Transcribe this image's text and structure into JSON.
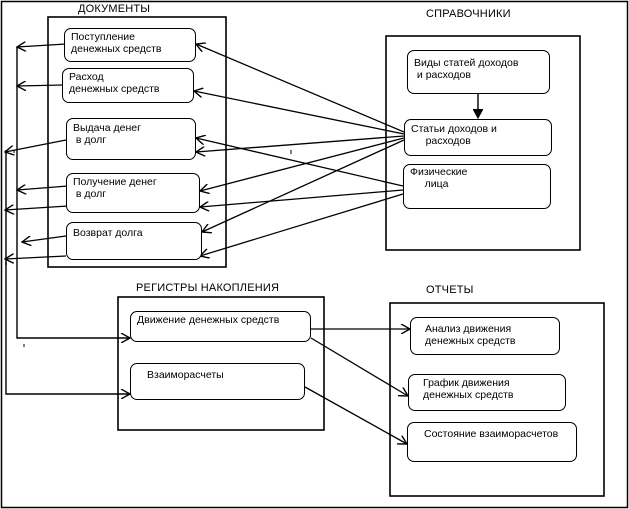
{
  "groups": {
    "documents": "ДОКУМЕНТЫ",
    "references": "СПРАВОЧНИКИ",
    "registers": "РЕГИСТРЫ НАКОПЛЕНИЯ",
    "reports": "ОТЧЕТЫ"
  },
  "nodes": {
    "cash_receipt": "Поступление\nденежных средств",
    "cash_expense": "Расход\nденежных средств",
    "loan_issue": "Выдача денег\n в долг",
    "loan_receipt": "Получение денег\n в долг",
    "debt_return": "Возврат долга",
    "item_types": "Виды статей доходов\n и расходов",
    "items": "Статьи доходов и\n     расходов",
    "persons": "Физические\n     лица",
    "cash_movement_register": "Движение денежных средств",
    "settlements_register": "Взаиморасчеты",
    "cash_analysis_report": "Анализ движения\nденежных средств",
    "cash_chart_report": "График движения\nденежных средств",
    "settlements_report": "Состояние взаиморасчетов"
  }
}
